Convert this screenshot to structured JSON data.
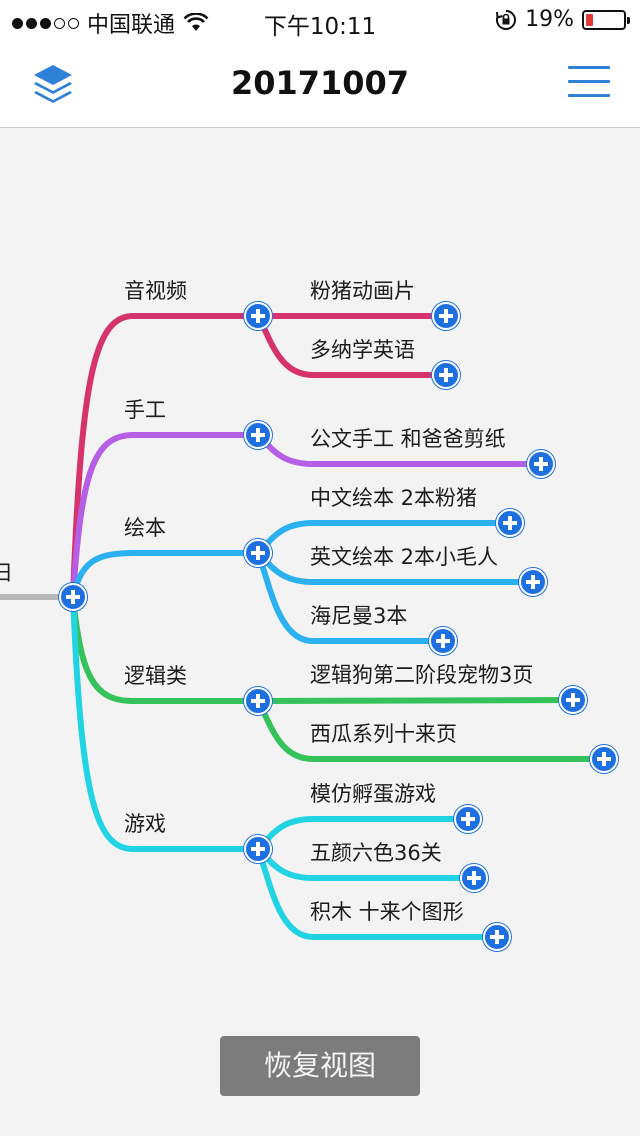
{
  "status": {
    "carrier": "中国联通",
    "time": "下午10:11",
    "battery_pct": "19%",
    "battery_level": 0.19,
    "signal_bars": 3
  },
  "nav": {
    "title": "20171007",
    "left_icon": "layers-icon",
    "right_icon": "hamburger-menu-icon",
    "accent": "#2f80d8"
  },
  "root": {
    "label": "日"
  },
  "branches": [
    {
      "label": "音视频",
      "color": "#d6336c",
      "children": [
        {
          "label": "粉猪动画片"
        },
        {
          "label": "多纳学英语"
        }
      ]
    },
    {
      "label": "手工",
      "color": "#b55ee6",
      "children": [
        {
          "label": "公文手工 和爸爸剪纸"
        }
      ]
    },
    {
      "label": "绘本",
      "color": "#2bb0f0",
      "children": [
        {
          "label": "中文绘本 2本粉猪"
        },
        {
          "label": "英文绘本 2本小毛人"
        },
        {
          "label": "海尼曼3本"
        }
      ]
    },
    {
      "label": "逻辑类",
      "color": "#35c25a",
      "children": [
        {
          "label": "逻辑狗第二阶段宠物3页"
        },
        {
          "label": "西瓜系列十来页"
        }
      ]
    },
    {
      "label": "游戏",
      "color": "#22d3e4",
      "children": [
        {
          "label": "模仿孵蛋游戏"
        },
        {
          "label": "五颜六色36关"
        },
        {
          "label": "积木 十来个图形"
        }
      ]
    }
  ],
  "restore_button": "恢复视图"
}
